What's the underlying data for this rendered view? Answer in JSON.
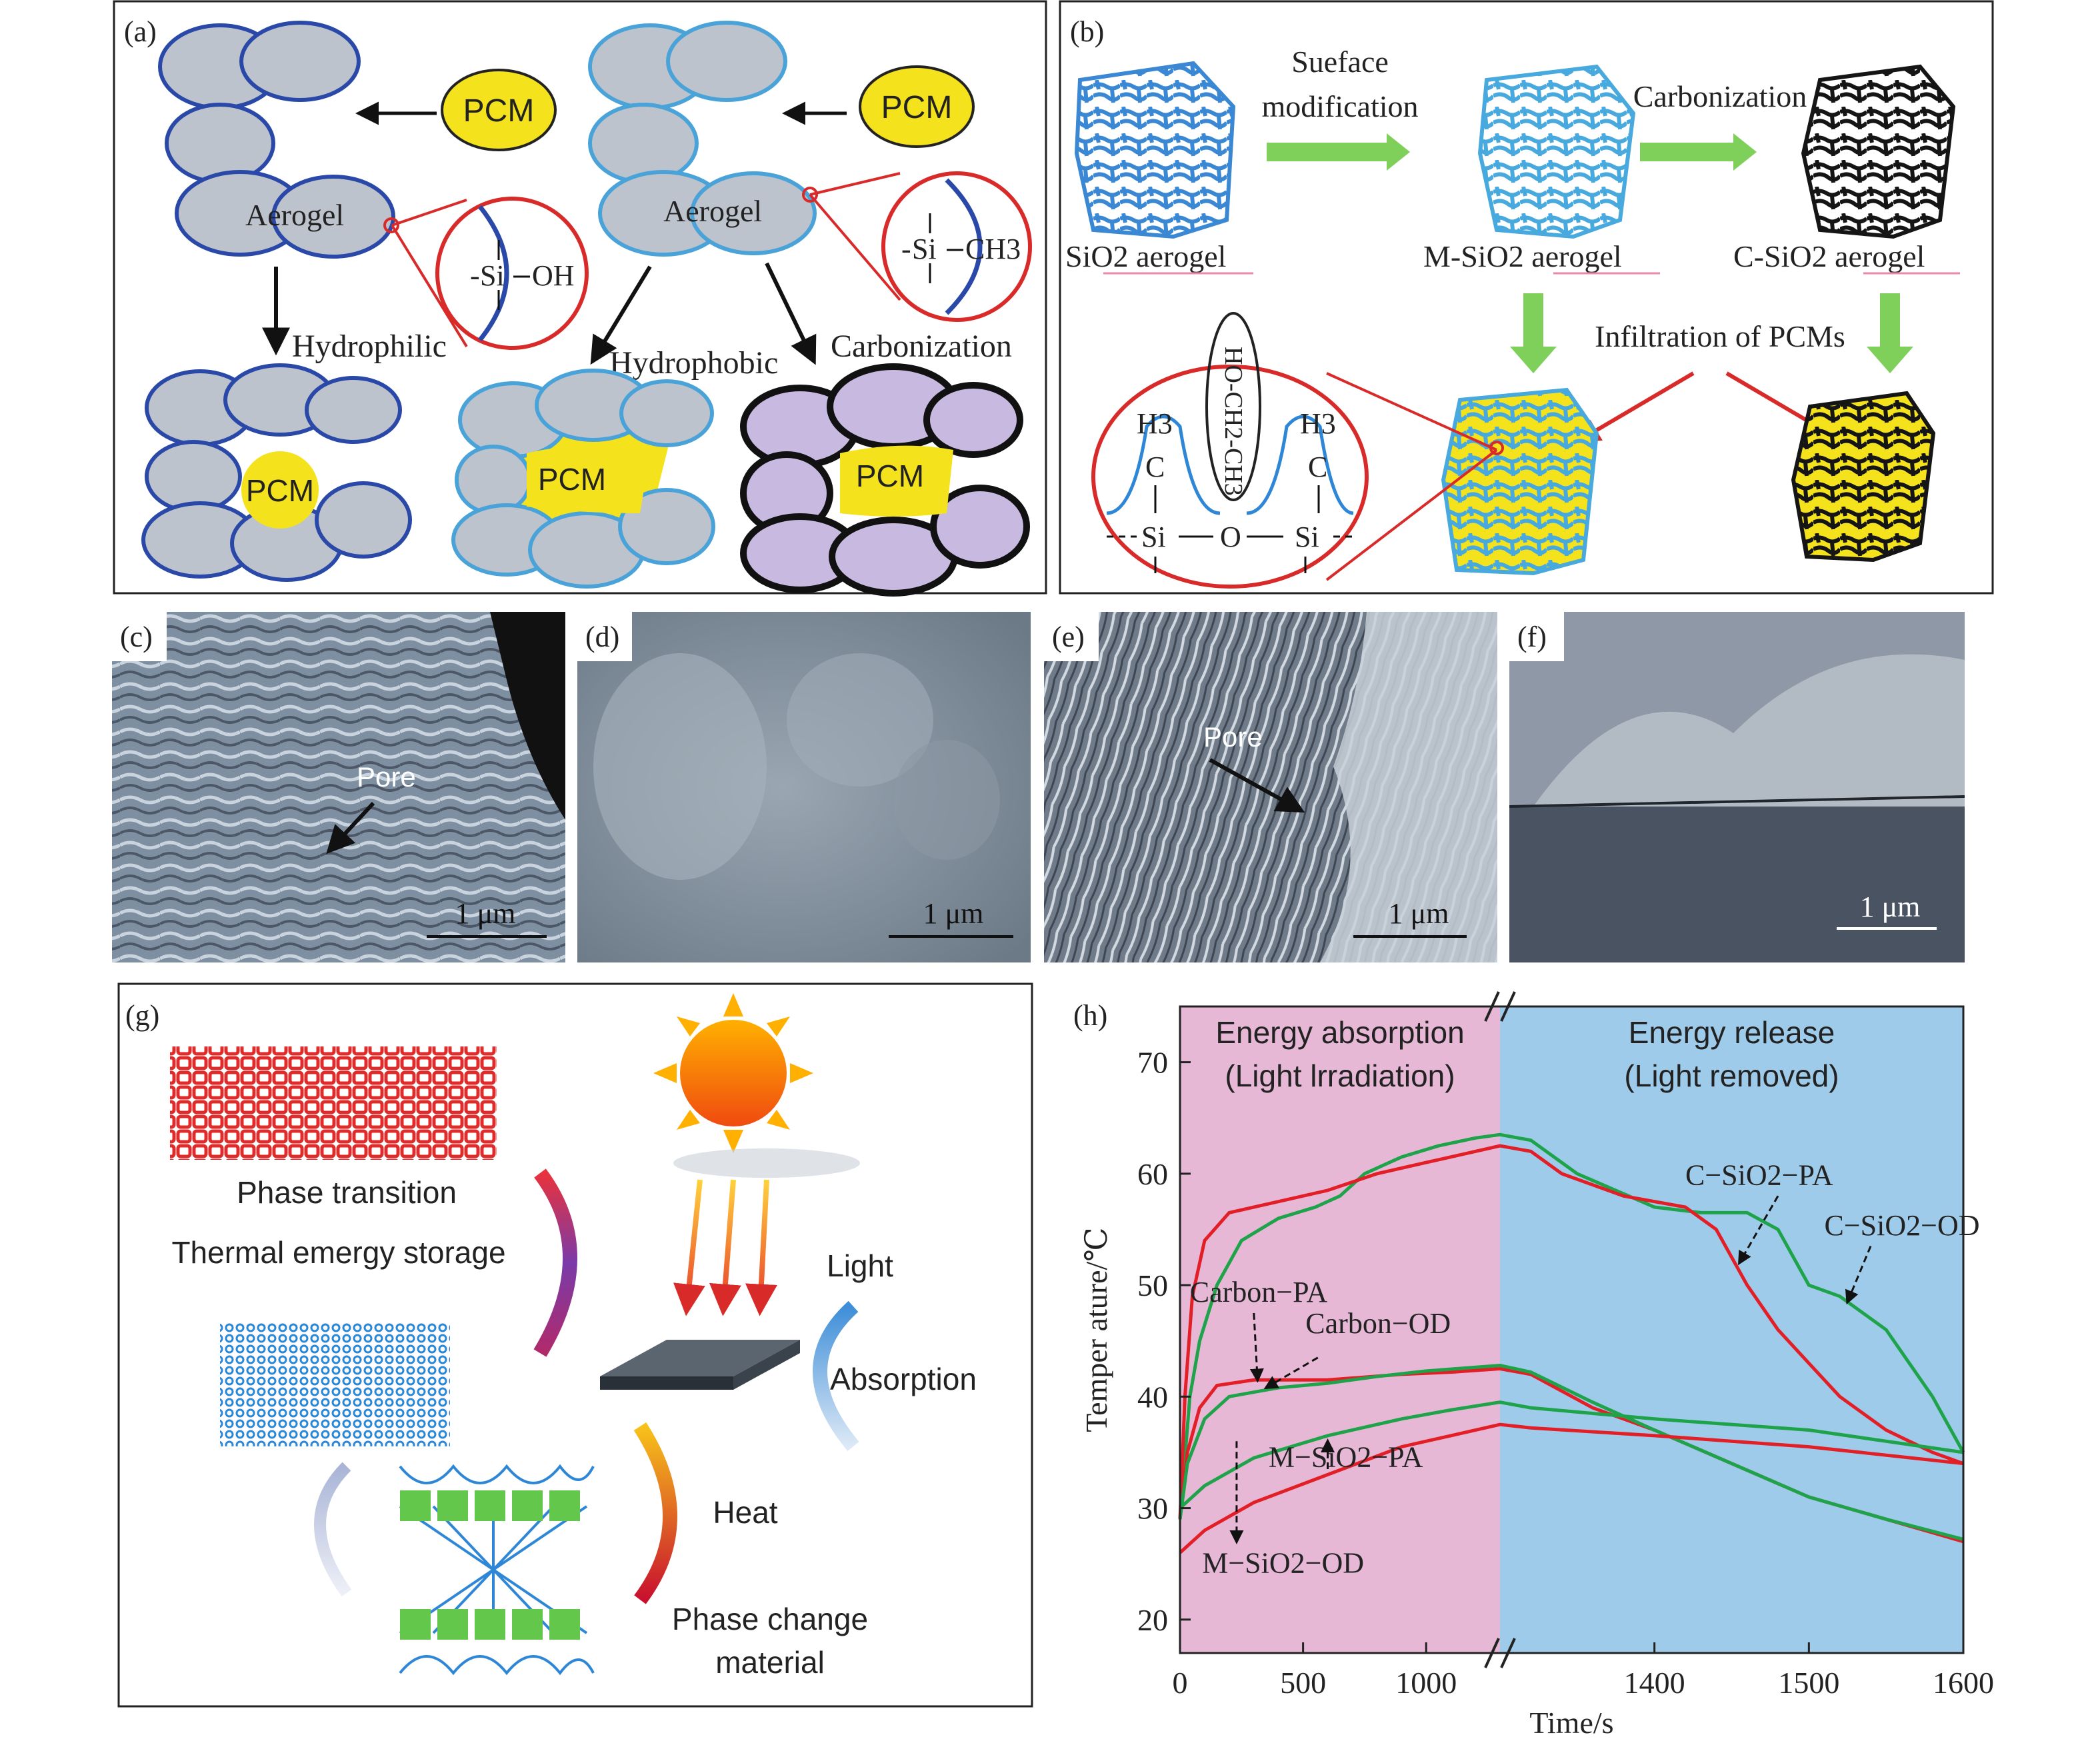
{
  "panels": {
    "a": {
      "label": "(a)",
      "pcm_left": "PCM",
      "pcm_right": "PCM",
      "aerogel_left": "Aerogel",
      "aerogel_right": "Aerogel",
      "si": "Si",
      "oh": "OH",
      "ch3": "CH3",
      "hydrophilic": "Hydrophilic",
      "hydrophobic": "Hydrophobic",
      "carbonization": "Carbonization",
      "pcm_b1": "PCM",
      "pcm_b2": "PCM",
      "pcm_b3": "PCM"
    },
    "b": {
      "label": "(b)",
      "surface_mod_1": "Sueface",
      "surface_mod_2": "modification",
      "carbonization": "Carbonization",
      "sio2_aerogel": "SiO2 aerogel",
      "m_sio2_aerogel": "M-SiO2 aerogel",
      "c_sio2_aerogel": "C-SiO2 aerogel",
      "infiltration": "Infiltration of PCMs",
      "h3_left": "H3",
      "h3_right": "H3",
      "c_left": "C",
      "c_right": "C",
      "si_left": "Si",
      "o": "O",
      "si_right": "Si",
      "chain": "HO-CH2-CH3"
    },
    "c": {
      "label": "(c)",
      "pore": "Pore",
      "scale": "1 μm"
    },
    "d": {
      "label": "(d)",
      "scale": "1 μm"
    },
    "e": {
      "label": "(e)",
      "pore": "Pore",
      "scale": "1 μm"
    },
    "f": {
      "label": "(f)",
      "scale": "1 μm"
    },
    "g": {
      "label": "(g)",
      "phase_transition": "Phase transition",
      "thermal_storage": "Thermal emergy storage",
      "light": "Light",
      "absorption": "Absorption",
      "heat": "Heat",
      "pcm_1": "Phase change",
      "pcm_2": "material"
    },
    "h": {
      "label": "(h)"
    }
  },
  "colors": {
    "aerogel_fill": "#bdc3cc",
    "outline_dark_blue": "#2a48a8",
    "outline_light_blue": "#4aa3d8",
    "pcm_yellow": "#f4e21c",
    "carbon_fill": "#c7b9e0",
    "red_callout": "#d92a2a",
    "green_arrow": "#7ed05a",
    "absorb_bg": "#e7b8d6",
    "release_bg": "#9ecbea",
    "series_red": "#e21f26",
    "series_green": "#1fa34a"
  },
  "chart_data": {
    "type": "line",
    "xlabel": "Time/s",
    "ylabel": "Temper ature/℃",
    "ylim": [
      17,
      75
    ],
    "yticks": [
      20,
      30,
      40,
      50,
      60,
      70
    ],
    "xticks_left": [
      0,
      500,
      1000
    ],
    "xticks_right": [
      1400,
      1500,
      1600
    ],
    "axis_break": true,
    "left_segment_range": [
      0,
      1300
    ],
    "right_segment_range": [
      1300,
      1600
    ],
    "regions": [
      {
        "name": "Energy absorption",
        "note": "(Light lrradiation)",
        "x": [
          0,
          1300
        ]
      },
      {
        "name": "Energy release",
        "note": "(Light removed)",
        "x": [
          1300,
          1600
        ]
      }
    ],
    "series_labels": [
      "C−SiO2−PA",
      "C−SiO2−OD",
      "Carbon−PA",
      "Carbon−OD",
      "M−SiO2−PA",
      "M−SiO2−OD"
    ],
    "curves": [
      {
        "color": "series_green",
        "points": [
          [
            0,
            29
          ],
          [
            40,
            40
          ],
          [
            80,
            45
          ],
          [
            150,
            50
          ],
          [
            250,
            54
          ],
          [
            400,
            56
          ],
          [
            550,
            57
          ],
          [
            650,
            58
          ],
          [
            750,
            60
          ],
          [
            900,
            61.5
          ],
          [
            1050,
            62.5
          ],
          [
            1200,
            63.2
          ],
          [
            1300,
            63.5
          ],
          [
            1320,
            63
          ],
          [
            1350,
            60
          ],
          [
            1400,
            57
          ],
          [
            1430,
            56.5
          ],
          [
            1460,
            56.5
          ],
          [
            1480,
            55
          ],
          [
            1500,
            50
          ],
          [
            1520,
            49
          ],
          [
            1550,
            46
          ],
          [
            1580,
            40
          ],
          [
            1600,
            35
          ]
        ]
      },
      {
        "color": "series_red",
        "points": [
          [
            0,
            29
          ],
          [
            20,
            40
          ],
          [
            50,
            49
          ],
          [
            100,
            54
          ],
          [
            200,
            56.5
          ],
          [
            400,
            57.5
          ],
          [
            600,
            58.5
          ],
          [
            800,
            60
          ],
          [
            1000,
            61
          ],
          [
            1200,
            62
          ],
          [
            1300,
            62.5
          ],
          [
            1320,
            62
          ],
          [
            1340,
            60
          ],
          [
            1380,
            58
          ],
          [
            1420,
            57
          ],
          [
            1440,
            55
          ],
          [
            1460,
            50
          ],
          [
            1480,
            46
          ],
          [
            1500,
            43
          ],
          [
            1520,
            40
          ],
          [
            1550,
            37
          ],
          [
            1580,
            35
          ],
          [
            1600,
            34
          ]
        ]
      },
      {
        "color": "series_red",
        "points": [
          [
            0,
            29
          ],
          [
            30,
            35
          ],
          [
            80,
            39
          ],
          [
            150,
            41
          ],
          [
            300,
            41.5
          ],
          [
            600,
            41.5
          ],
          [
            900,
            42
          ],
          [
            1100,
            42.2
          ],
          [
            1300,
            42.5
          ],
          [
            1320,
            42
          ],
          [
            1360,
            39
          ],
          [
            1400,
            37
          ],
          [
            1450,
            34
          ],
          [
            1500,
            31
          ],
          [
            1550,
            29
          ],
          [
            1600,
            27
          ]
        ]
      },
      {
        "color": "series_green",
        "points": [
          [
            0,
            29
          ],
          [
            30,
            34
          ],
          [
            100,
            38
          ],
          [
            200,
            40
          ],
          [
            400,
            40.8
          ],
          [
            600,
            41.2
          ],
          [
            800,
            41.8
          ],
          [
            1000,
            42.3
          ],
          [
            1300,
            42.8
          ],
          [
            1320,
            42.2
          ],
          [
            1360,
            39.5
          ],
          [
            1400,
            37
          ],
          [
            1450,
            34
          ],
          [
            1500,
            31
          ],
          [
            1550,
            29
          ],
          [
            1600,
            27.2
          ]
        ]
      },
      {
        "color": "series_green",
        "points": [
          [
            0,
            30
          ],
          [
            100,
            32
          ],
          [
            300,
            34.5
          ],
          [
            600,
            36.5
          ],
          [
            900,
            38
          ],
          [
            1100,
            38.8
          ],
          [
            1300,
            39.5
          ],
          [
            1320,
            39
          ],
          [
            1400,
            38
          ],
          [
            1500,
            37
          ],
          [
            1600,
            35
          ]
        ]
      },
      {
        "color": "series_red",
        "points": [
          [
            0,
            26
          ],
          [
            100,
            28
          ],
          [
            300,
            30.5
          ],
          [
            600,
            33
          ],
          [
            900,
            35.5
          ],
          [
            1100,
            36.5
          ],
          [
            1300,
            37.5
          ],
          [
            1320,
            37.2
          ],
          [
            1400,
            36.5
          ],
          [
            1500,
            35.5
          ],
          [
            1600,
            34
          ]
        ]
      }
    ]
  }
}
